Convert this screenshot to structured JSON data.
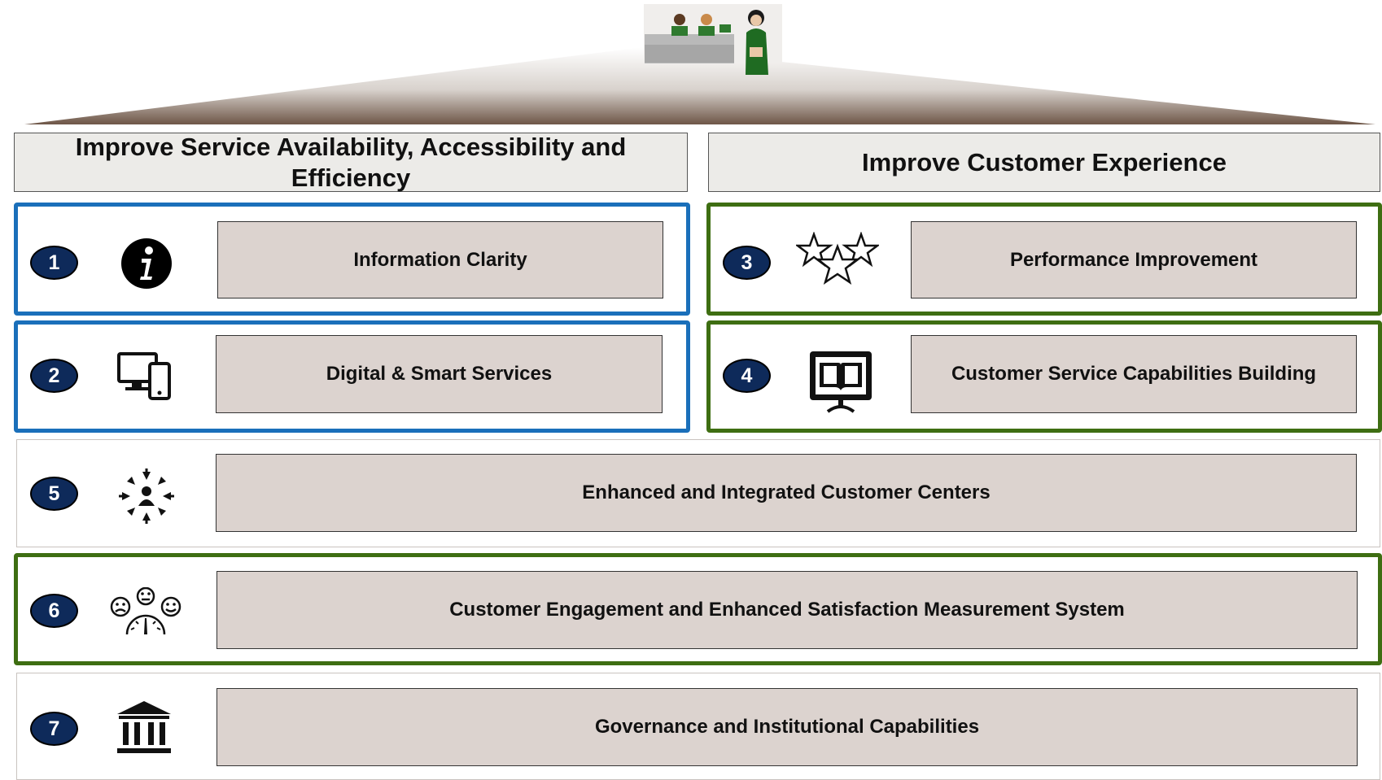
{
  "headers": {
    "left": "Improve Service Availability, Accessibility and Efficiency",
    "right": "Improve Customer Experience"
  },
  "pillars": [
    {
      "number": "1",
      "label": "Information Clarity",
      "icon": "info-icon",
      "frame_color": "#1a6fba"
    },
    {
      "number": "2",
      "label": "Digital & Smart Services",
      "icon": "devices-icon",
      "frame_color": "#1a6fba"
    },
    {
      "number": "3",
      "label": "Performance Improvement",
      "icon": "stars-icon",
      "frame_color": "#3e6e12"
    },
    {
      "number": "4",
      "label": "Customer Service Capabilities Building",
      "icon": "training-board-icon",
      "frame_color": "#3e6e12"
    },
    {
      "number": "5",
      "label": "Enhanced and Integrated Customer Centers",
      "icon": "converging-arrows-person-icon",
      "frame_color": "#c9c3bf"
    },
    {
      "number": "6",
      "label": "Customer Engagement and Enhanced Satisfaction Measurement System",
      "icon": "satisfaction-gauge-icon",
      "frame_color": "#3e6e12"
    },
    {
      "number": "7",
      "label": "Governance and Institutional Capabilities",
      "icon": "institution-icon",
      "frame_color": "#c9c3bf"
    }
  ],
  "colors": {
    "number_badge": "#0e2a5a",
    "label_fill": "#dcd3cf",
    "header_fill": "#ecebe8",
    "roof_dark": "#7a6355"
  }
}
